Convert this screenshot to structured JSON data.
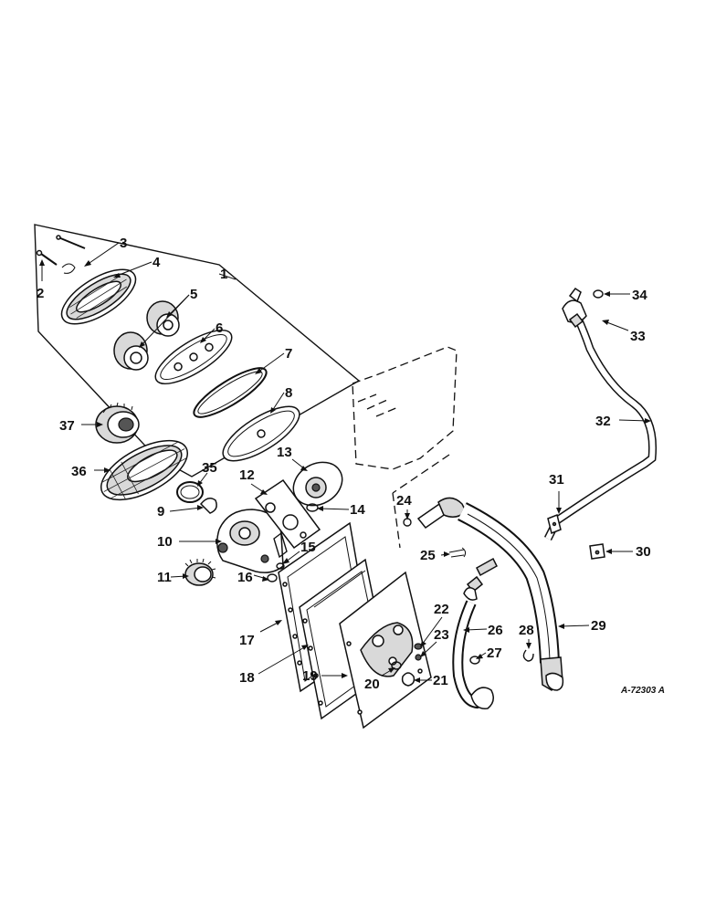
{
  "parts": [
    {
      "id": "p1",
      "label": "1"
    },
    {
      "id": "p2",
      "label": "2"
    },
    {
      "id": "p3",
      "label": "3"
    },
    {
      "id": "p4",
      "label": "4"
    },
    {
      "id": "p5",
      "label": "5"
    },
    {
      "id": "p6",
      "label": "6"
    },
    {
      "id": "p7",
      "label": "7"
    },
    {
      "id": "p8",
      "label": "8"
    },
    {
      "id": "p9",
      "label": "9"
    },
    {
      "id": "p10",
      "label": "10"
    },
    {
      "id": "p11",
      "label": "11"
    },
    {
      "id": "p12",
      "label": "12"
    },
    {
      "id": "p13",
      "label": "13"
    },
    {
      "id": "p14",
      "label": "14"
    },
    {
      "id": "p15",
      "label": "15"
    },
    {
      "id": "p16",
      "label": "16"
    },
    {
      "id": "p17",
      "label": "17"
    },
    {
      "id": "p18",
      "label": "18"
    },
    {
      "id": "p19",
      "label": "19"
    },
    {
      "id": "p20",
      "label": "20"
    },
    {
      "id": "p21",
      "label": "21"
    },
    {
      "id": "p22",
      "label": "22"
    },
    {
      "id": "p23",
      "label": "23"
    },
    {
      "id": "p24",
      "label": "24"
    },
    {
      "id": "p25",
      "label": "25"
    },
    {
      "id": "p26",
      "label": "26"
    },
    {
      "id": "p27",
      "label": "27"
    },
    {
      "id": "p28",
      "label": "28"
    },
    {
      "id": "p29",
      "label": "29"
    },
    {
      "id": "p30",
      "label": "30"
    },
    {
      "id": "p31",
      "label": "31"
    },
    {
      "id": "p32",
      "label": "32"
    },
    {
      "id": "p33",
      "label": "33"
    },
    {
      "id": "p34",
      "label": "34"
    },
    {
      "id": "p35",
      "label": "35"
    },
    {
      "id": "p36",
      "label": "36"
    },
    {
      "id": "p37",
      "label": "37"
    }
  ],
  "drawing_number": "A-72303 A"
}
